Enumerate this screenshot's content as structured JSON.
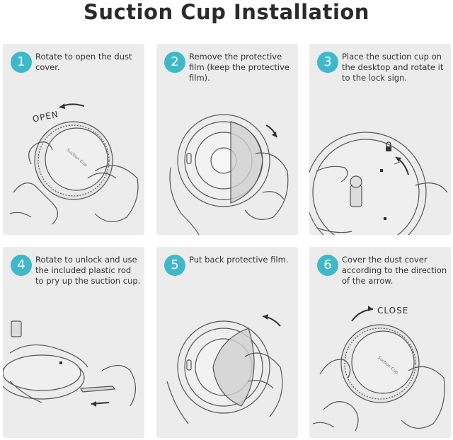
{
  "title": "Suction Cup Installation",
  "colors": {
    "accent": "#3fb8c9",
    "panel_bg": "#ececec",
    "title_text": "#2b2b2b",
    "body_text": "#333333"
  },
  "steps": [
    {
      "number": "1",
      "text": "Rotate to open the dust cover.",
      "label": "OPEN",
      "product_text": "Suction Cup",
      "icon": "arrow-ccw-icon"
    },
    {
      "number": "2",
      "text": "Remove the protective film (keep the protective film).",
      "icon": "arrow-cw-icon"
    },
    {
      "number": "3",
      "text": "Place the suction cup on the desktop and rotate it to the lock sign.",
      "icon": "lock-icon"
    },
    {
      "number": "4",
      "text": "Rotate to unlock and use the included plastic rod to pry up the suction cup.",
      "icon": "arrow-left-icon"
    },
    {
      "number": "5",
      "text": "Put back protective film.",
      "icon": "arrow-ccw-icon"
    },
    {
      "number": "6",
      "text": "Cover the dust cover according to the direction of the arrow.",
      "label": "CLOSE",
      "product_text": "Suction Cup",
      "icon": "arrow-cw-icon"
    }
  ]
}
